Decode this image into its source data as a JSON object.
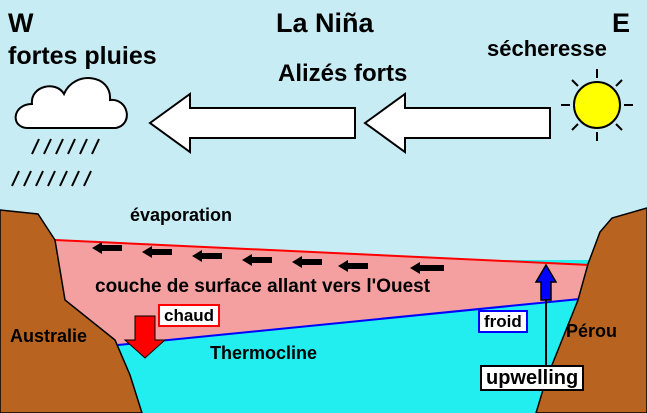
{
  "title": "La Niña",
  "west": {
    "letter": "W",
    "label": "fortes pluies"
  },
  "east": {
    "letter": "E",
    "label": "sécheresse"
  },
  "winds_label": "Alizés forts",
  "evaporation_label": "évaporation",
  "surface_label": "couche de surface allant vers l'Ouest",
  "warm_label": "chaud",
  "cold_label": "froid",
  "thermocline_label": "Thermocline",
  "australia_label": "Australie",
  "peru_label": "Pérou",
  "upwelling_label": "upwelling",
  "colors": {
    "sky": "#c8ecf4",
    "land": "#b86420",
    "warm_water": "#f4a0a0",
    "cold_water": "#22eef0",
    "sea_surface": "#ff0000",
    "thermocline": "#0000ff",
    "warm_arrow": "#ff0000",
    "upwelling_arrow": "#0000ff",
    "sun": "#ffff00"
  }
}
